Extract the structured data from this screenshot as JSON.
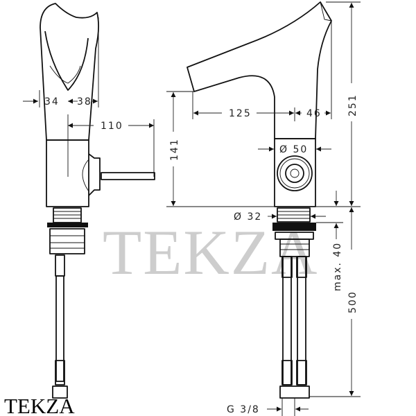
{
  "watermark": "TEKZA",
  "logo": "TEKZA",
  "dimensions": {
    "side_left_offset": "34",
    "side_right_offset": "38",
    "lever_reach": "110",
    "spout_height": "141",
    "spout_reach": "125",
    "spout_tip": "46",
    "total_height": "251",
    "body_diameter": "Ø 50",
    "thread_diameter": "Ø 32",
    "max_deck_thickness": "max. 40",
    "hose_length": "500",
    "connection_thread": "G 3/8"
  }
}
